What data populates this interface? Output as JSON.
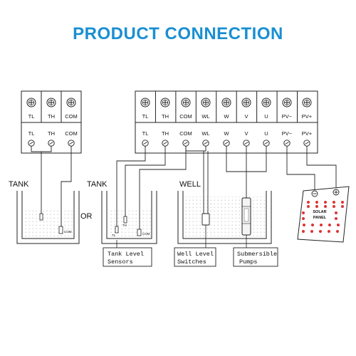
{
  "title": "PRODUCT CONNECTION",
  "title_color": "#1a8fd1",
  "left_block": {
    "top_labels": [
      "TL",
      "TH",
      "COM"
    ],
    "bottom_labels": [
      "TL",
      "TH",
      "COM"
    ]
  },
  "main_block": {
    "top_labels": [
      "TL",
      "TH",
      "COM",
      "WL",
      "W",
      "V",
      "U",
      "PV−",
      "PV+"
    ],
    "bottom_labels": [
      "TL",
      "TH",
      "COM",
      "WL",
      "W",
      "V",
      "U",
      "PV−",
      "PV+"
    ]
  },
  "tank1_label": "TANK",
  "tank2_label": "TANK",
  "well_label": "WELL",
  "or_label": "OR",
  "sensor_tags": [
    "TL",
    "TH",
    "COM"
  ],
  "tank1_sensor_tag": "COM",
  "solar_panel": {
    "line1": "SOLAR",
    "line2": "PANEL"
  },
  "captions": {
    "tank_sensors": [
      "Tank Level",
      "Sensors"
    ],
    "well_switches": [
      "Well Level",
      "Switches"
    ],
    "pumps": [
      "Submersible",
      "Pumps"
    ]
  }
}
